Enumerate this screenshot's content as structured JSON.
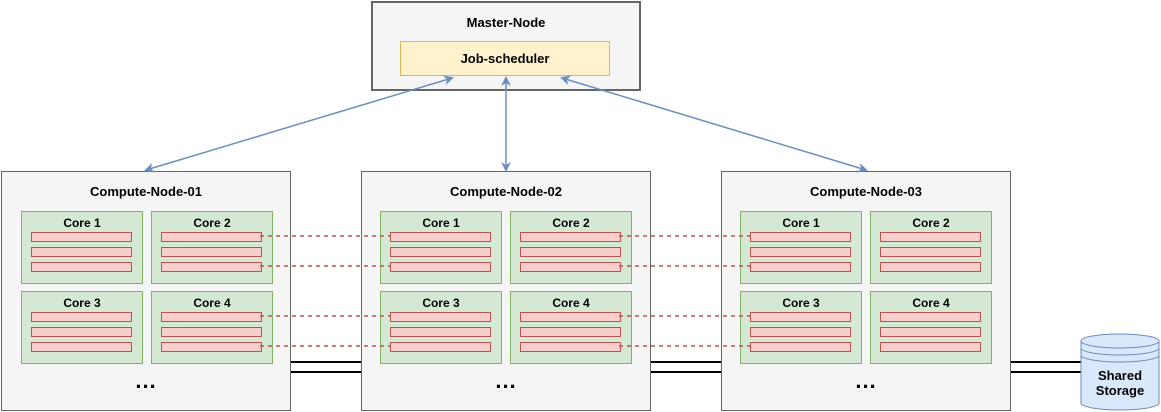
{
  "master": {
    "title": "Master-Node",
    "scheduler": "Job-scheduler"
  },
  "nodes": [
    {
      "title": "Compute-Node-01",
      "ellipsis": "...",
      "cores": [
        "Core 1",
        "Core 2",
        "Core 3",
        "Core 4"
      ]
    },
    {
      "title": "Compute-Node-02",
      "ellipsis": "...",
      "cores": [
        "Core 1",
        "Core 2",
        "Core 3",
        "Core 4"
      ]
    },
    {
      "title": "Compute-Node-03",
      "ellipsis": "...",
      "cores": [
        "Core 1",
        "Core 2",
        "Core 3",
        "Core 4"
      ]
    }
  ],
  "storage": {
    "label": "Shared Storage"
  },
  "colors": {
    "arrow": "#6c8ebf",
    "dashed_link": "#b85450",
    "core_fill": "#d5e8d4",
    "slot_fill": "#f8cecc",
    "scheduler_fill": "#fff2cc",
    "storage_fill": "#dae8fc"
  }
}
